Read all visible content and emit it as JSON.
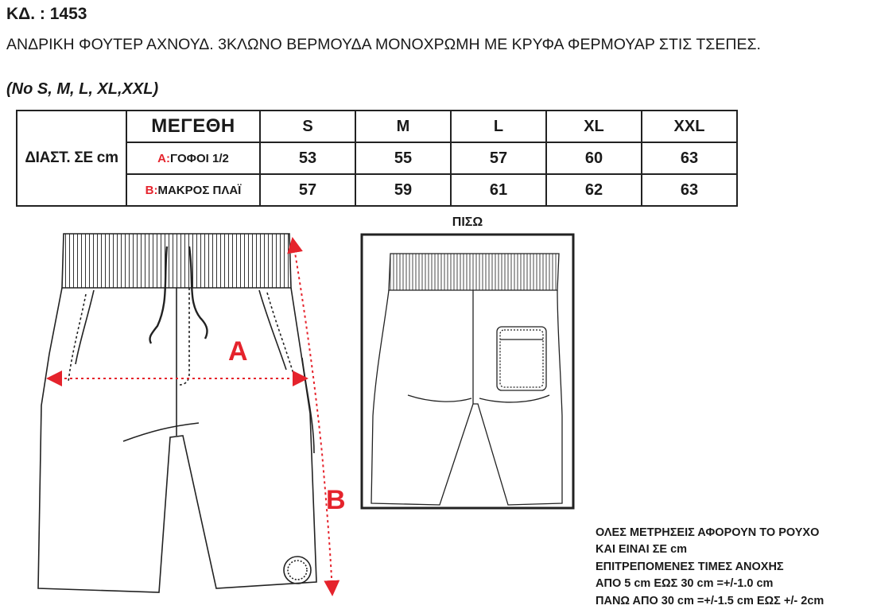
{
  "product": {
    "code": "ΚΔ. : 1453",
    "description": "ΑΝΔΡΙΚΗ ΦΟΥΤΕΡ ΑΧΝΟΥΔ. 3ΚΛΩΝΟ ΒΕΡΜΟΥΔΑ ΜΟΝΟΧΡΩΜΗ ΜΕ ΚΡΥΦΑ ΦΕΡΜΟΥΑΡ ΣΤΙΣ ΤΣΕΠΕΣ.",
    "sizes_note": "(No S, M, L, XL,XXL)"
  },
  "table": {
    "dimensions_label": "ΔΙΑΣΤ. ΣΕ cm",
    "header_label": "ΜΕΓΕΘΗ",
    "sizes": [
      "S",
      "M",
      "L",
      "XL",
      "XXL"
    ],
    "rows": [
      {
        "letter": "A:",
        "label": "ΓΟΦΟΙ 1/2",
        "values": [
          "53",
          "55",
          "57",
          "60",
          "63"
        ]
      },
      {
        "letter": "B:",
        "label": "ΜΑΚΡΟΣ ΠΛΑΪ",
        "values": [
          "57",
          "59",
          "61",
          "62",
          "63"
        ]
      }
    ]
  },
  "diagram": {
    "front_label_a": "A",
    "front_label_b": "B",
    "back_title": "ΠΙΣΩ",
    "accent_color": "#e5232c"
  },
  "notes": [
    "ΟΛΕΣ ΜΕΤΡΗΣΕΙΣ ΑΦΟΡΟΥΝ ΤΟ ΡΟΥΧΟ",
    "ΚΑΙ ΕΙΝΑΙ ΣΕ cm",
    "ΕΠΙΤΡΕΠΟΜΕΝΕΣ ΤΙΜΕΣ ΑΝΟΧΗΣ",
    "ΑΠΟ 5 cm  ΕΩΣ 30 cm =+/-1.0 cm",
    "ΠΑΝΩ ΑΠΟ 30 cm =+/-1.5 cm ΕΩΣ +/- 2cm"
  ]
}
